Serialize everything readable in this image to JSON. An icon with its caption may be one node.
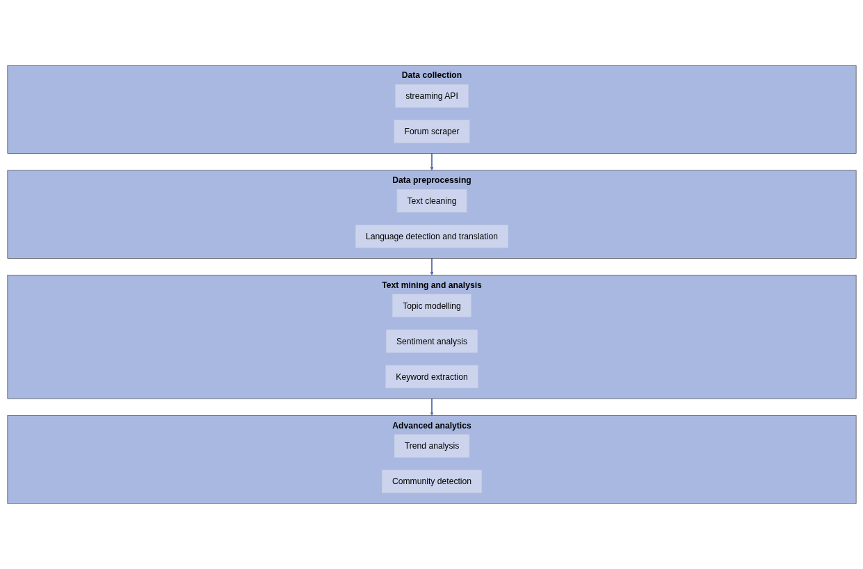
{
  "diagram": {
    "nodes": [
      {
        "text": [
          "Data collection"
        ]
      },
      {
        "text": [
          "streaming API"
        ],
        "in": 0
      },
      {
        "text": [
          "Forum scraper"
        ],
        "in": 0
      },
      {
        "text": [
          "Data preprocessing"
        ]
      },
      {
        "text": [
          "Text cleaning"
        ],
        "in": 3
      },
      {
        "text": [
          "Language detection and translation"
        ],
        "in": 3
      },
      {
        "text": [
          "Text mining and analysis"
        ]
      },
      {
        "text": [
          "Topic modelling"
        ],
        "in": 6
      },
      {
        "text": [
          "Sentiment analysis"
        ],
        "in": 6
      },
      {
        "text": [
          "Keyword extraction"
        ],
        "in": 6
      },
      {
        "text": [
          "Advanced analytics"
        ]
      },
      {
        "text": [
          "Trend analysis"
        ],
        "in": 10
      },
      {
        "text": [
          "Community detection"
        ],
        "in": 10
      }
    ],
    "edges": [
      {
        "from": 0,
        "to": 3,
        "arrow": "to"
      },
      {
        "from": 3,
        "to": 6,
        "arrow": "to"
      },
      {
        "from": 6,
        "to": 10,
        "arrow": "to"
      }
    ]
  }
}
